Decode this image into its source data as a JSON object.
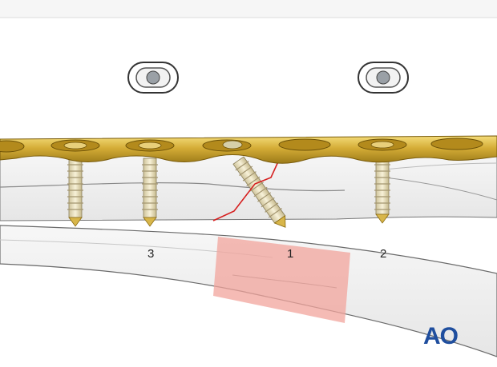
{
  "labels": {
    "screen_3": "3",
    "screen_1": "1",
    "screen_2": "2"
  },
  "logo": {
    "text": "AO",
    "color": "#1f4e9e"
  },
  "colors": {
    "plate": "#c9a12c",
    "plate_light": "#e9c95a",
    "screw": "#ece4c4",
    "fracture_line": "#d62020",
    "highlight": "#f2a49c",
    "bone": "#f2f2f2",
    "bone_outline": "#6a6a6a"
  },
  "icons": [
    "slotted-hole-icon",
    "slotted-hole-icon"
  ]
}
